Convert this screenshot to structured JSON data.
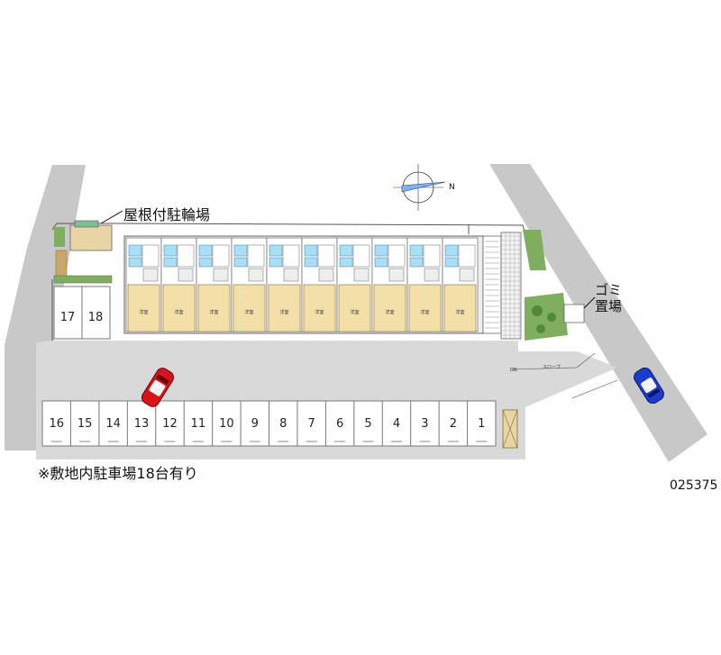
{
  "labels": {
    "bicycle_parking": "屋根付駐輪場",
    "garbage_line1": "ゴミ",
    "garbage_line2": "置場",
    "parking_note": "※敷地内駐車場18台有り",
    "property_code": "025375",
    "slope": "スロープ",
    "downward": "DN",
    "room_tag": "洋室"
  },
  "parking": {
    "upper_row": [
      "17",
      "18"
    ],
    "lower_row": [
      "16",
      "15",
      "14",
      "13",
      "12",
      "11",
      "10",
      "9",
      "8",
      "7",
      "6",
      "5",
      "4",
      "3",
      "2",
      "1"
    ]
  },
  "compass": {
    "north_letter": "N"
  },
  "building": {
    "unit_count": 10
  },
  "colors": {
    "road": "#c8c8c8",
    "lot": "#d9d9d9",
    "bath": "#a9dff5",
    "room": "#f3dfa8",
    "greenery": "#7fae5e",
    "car_red": "#d8141a",
    "car_blue": "#1b3ccf"
  }
}
